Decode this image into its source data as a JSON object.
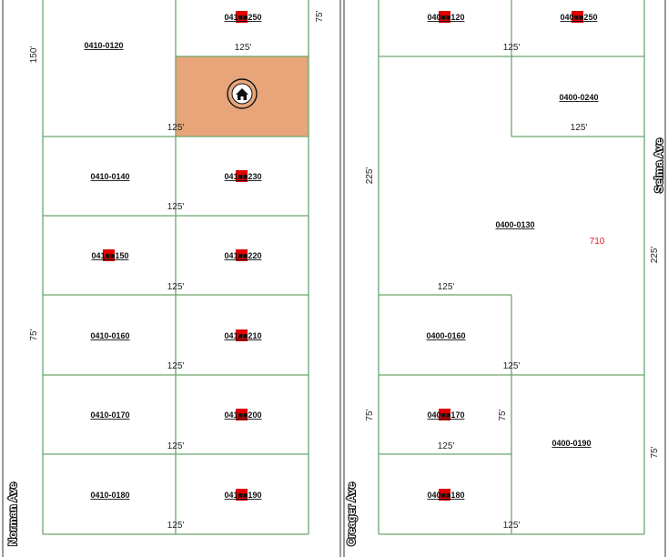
{
  "streets": {
    "norman": "Norman Ave",
    "creager": "Creager Ave",
    "selma": "Selma Ave"
  },
  "parcels": {
    "p0120": "0410-0120",
    "p0250a": "041■■250",
    "p0230": "041■■230",
    "p0140": "0410-0140",
    "p0150": "041■■150",
    "p0220": "041■■220",
    "p0160": "0410-0160",
    "p0210": "041■■210",
    "p0170": "0410-0170",
    "p0200": "041■■200",
    "p0180": "0410-0180",
    "p0190": "041■■190",
    "q0120": "040■■120",
    "q0250": "040■■250",
    "q0240": "0400-0240",
    "q0130": "0400-0130",
    "q0160": "0400-0160",
    "q0170": "040■■170",
    "q0190": "0400-0190",
    "q0180": "040■■180"
  },
  "dimensions": {
    "d125": "125'",
    "d150": "150'",
    "d75": "75'",
    "d225": "225'"
  },
  "address": "710",
  "icons": {
    "selected": "home-icon"
  },
  "colors": {
    "lot_line": "#6aa86a",
    "selected_fill": "#e8a57a",
    "redaction": "#e00000",
    "address": "#e02020"
  }
}
